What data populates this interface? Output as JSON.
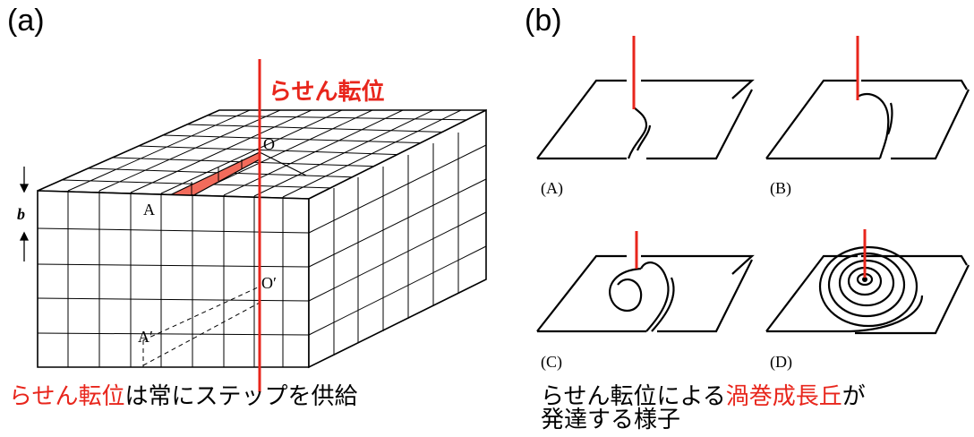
{
  "panel_a": {
    "label": "(a)",
    "dislocation_label": "らせん転位",
    "point_O": "O",
    "point_O_prime": "O′",
    "point_A": "A",
    "point_A_prime": "A′",
    "step_height_label": "b",
    "caption_red": "らせん転位",
    "caption_rest": "は常にステップを供給"
  },
  "panel_b": {
    "label": "(b)",
    "sub_labels": [
      "(A)",
      "(B)",
      "(C)",
      "(D)"
    ],
    "caption_part1": "らせん転位による",
    "caption_red": "渦巻成長丘",
    "caption_part2": "が",
    "caption_line2": "発達する様子"
  },
  "colors": {
    "dislocation_line": "#e8261c",
    "step_face": "#f26b5b",
    "text": "#000000"
  }
}
